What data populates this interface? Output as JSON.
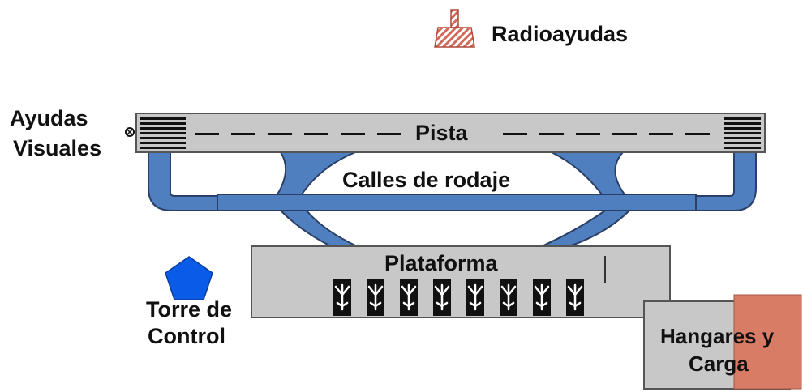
{
  "labels": {
    "radioayudas": "Radioayudas",
    "ayudas_visuales_1": "Ayudas",
    "ayudas_visuales_2": "Visuales",
    "pista": "Pista",
    "calles_de_rodaje": "Calles de rodaje",
    "plataforma": "Plataforma",
    "torre_1": "Torre de",
    "torre_2": "Control",
    "hangares_1": "Hangares y",
    "hangares_2": "Carga"
  },
  "colors": {
    "runway": "#c8c8c8",
    "taxiway": "#4f7fbf",
    "tower": "#0a5be8",
    "hangar": "#d97c66",
    "platform": "#c8c8c8",
    "stand": "#111111",
    "navaid_hatch": "#d26a5c"
  },
  "aircraft_stand_count": 8
}
